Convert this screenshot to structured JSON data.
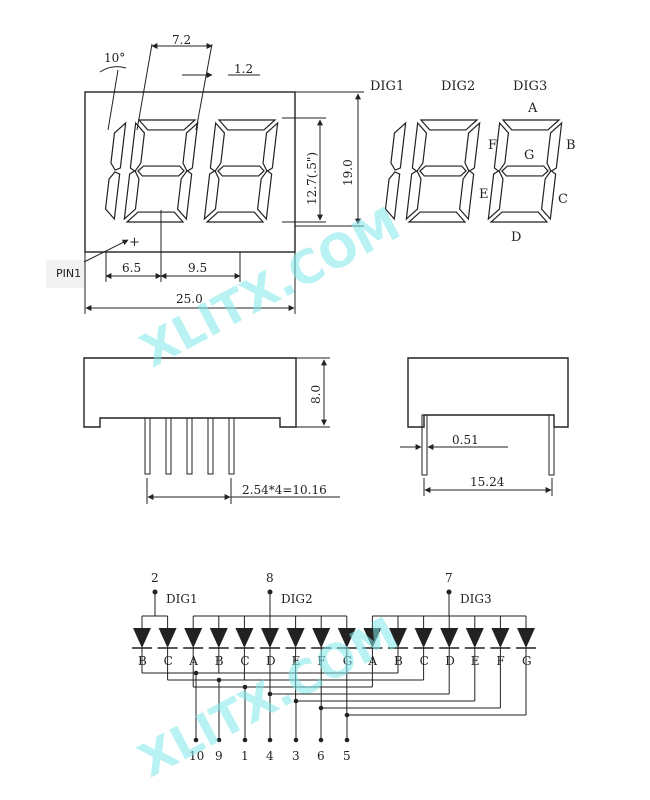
{
  "watermark": "XLITX.COM",
  "front_view": {
    "angle": "10°",
    "width_top": "7.2",
    "seg_width": "1.2",
    "digit_height": "12.7(.5\")",
    "height": "19.0",
    "pin1_label": "PIN1",
    "pin1_mark": "+",
    "pitch1": "6.5",
    "pitch2": "9.5",
    "total_width": "25.0"
  },
  "digit_labels": {
    "dig1": "DIG1",
    "dig2": "DIG2",
    "dig3": "DIG3",
    "A": "A",
    "B": "B",
    "C": "C",
    "D": "D",
    "E": "E",
    "F": "F",
    "G": "G"
  },
  "side_view": {
    "depth": "8.0",
    "pin_spacing": "2.54*4=10.16",
    "pin_diameter": "0.51",
    "row_spacing": "15.24"
  },
  "schematic": {
    "commons": [
      {
        "pin": "2",
        "name": "DIG1"
      },
      {
        "pin": "8",
        "name": "DIG2"
      },
      {
        "pin": "7",
        "name": "DIG3"
      }
    ],
    "segments": [
      "B",
      "C",
      "A",
      "B",
      "C",
      "D",
      "E",
      "F",
      "G",
      "A",
      "B",
      "C",
      "D",
      "E",
      "F",
      "G"
    ],
    "bottom_pins": [
      "10",
      "9",
      "1",
      "4",
      "3",
      "6",
      "5"
    ]
  }
}
